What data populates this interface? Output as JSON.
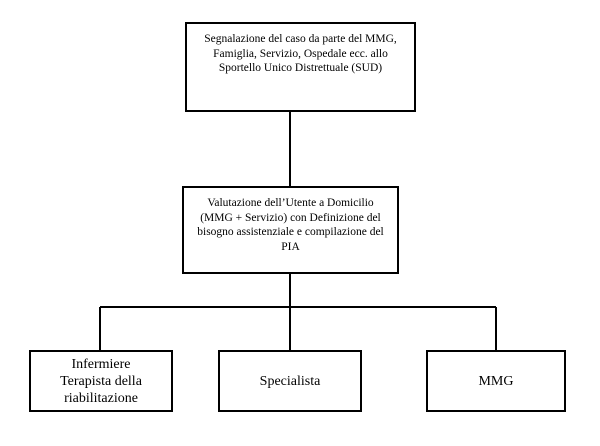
{
  "diagram": {
    "nodes": {
      "referral": "Segnalazione del caso da parte del MMG,\nFamiglia, Servizio, Ospedale ecc. allo\nSportello Unico Distrettuale (SUD)",
      "assessment": "Valutazione dell’Utente a Domicilio\n(MMG + Servizio) con Definizione del\nbisogno assistenziale e compilazione del\nPIA",
      "nurse_therapist": "Infermiere\nTerapista della\nriabilitazione",
      "specialist": "Specialista",
      "gp": "MMG"
    }
  }
}
